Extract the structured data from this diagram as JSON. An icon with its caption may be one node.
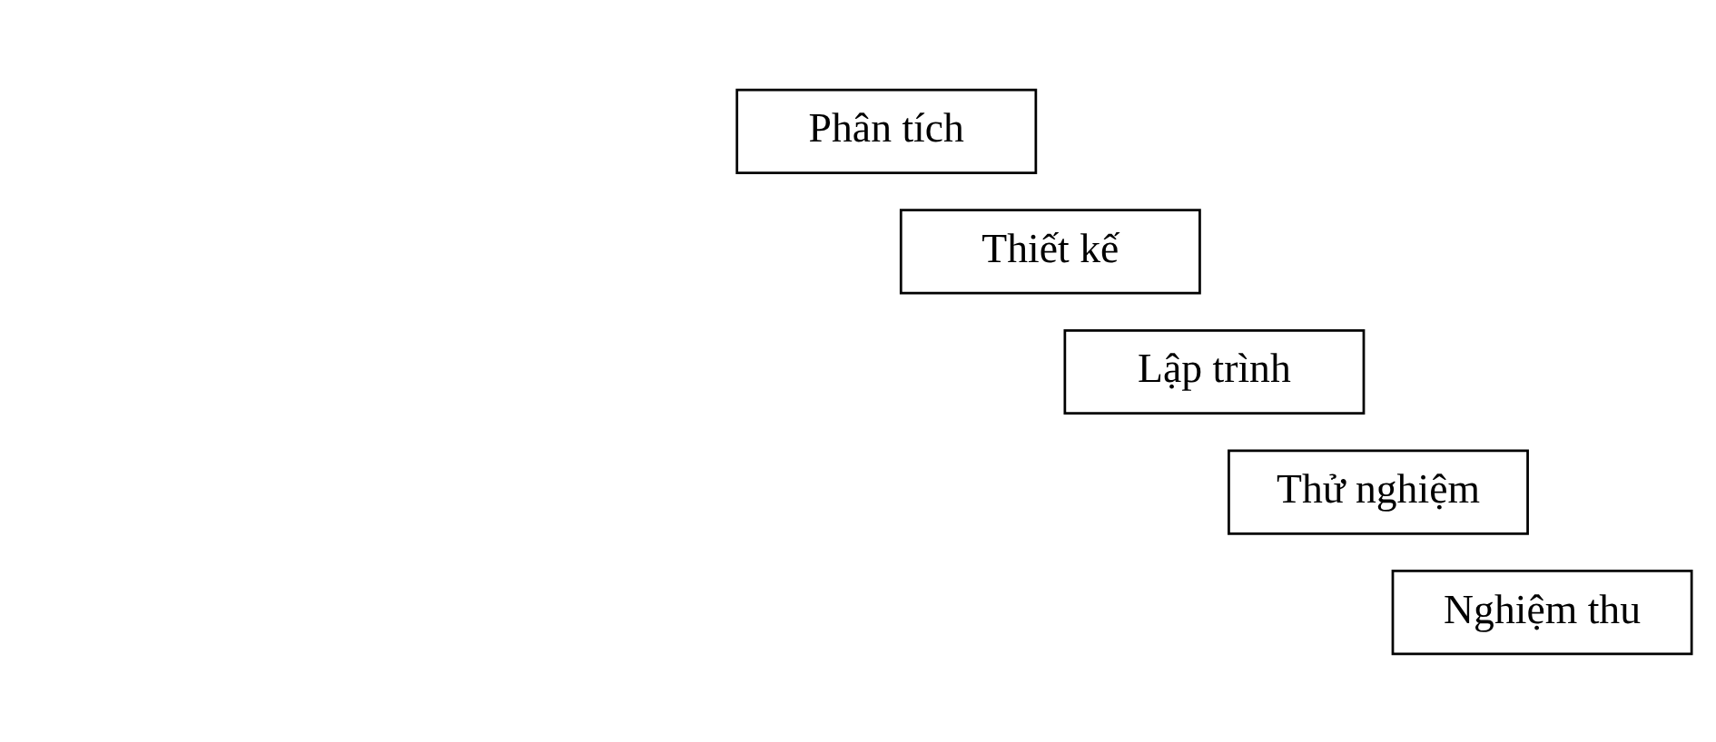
{
  "diagram": {
    "nodes": [
      {
        "text": [
          "Phân tích"
        ]
      },
      {
        "text": [
          "Thiết kế"
        ]
      },
      {
        "text": [
          "Lập trình"
        ]
      },
      {
        "text": [
          "Thử nghiệm"
        ]
      },
      {
        "text": [
          "Nghiệm thu"
        ]
      }
    ]
  }
}
